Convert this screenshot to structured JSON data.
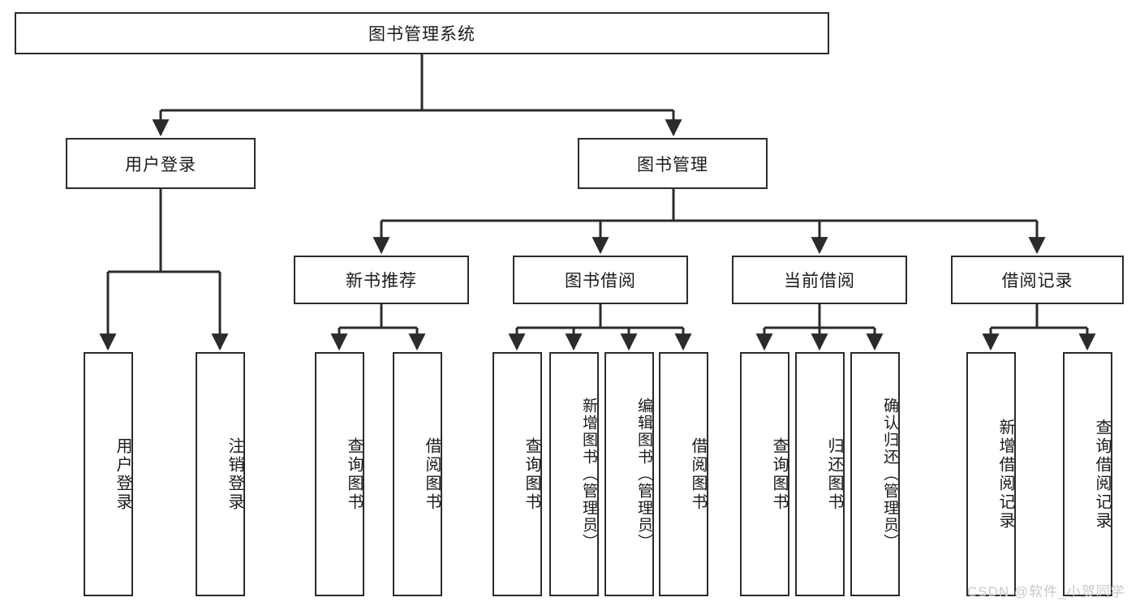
{
  "diagram": {
    "type": "tree",
    "title": "图书管理系统",
    "root": {
      "label": "图书管理系统"
    },
    "level2": [
      {
        "label": "用户登录"
      },
      {
        "label": "图书管理"
      }
    ],
    "level3": [
      {
        "label": "新书推荐"
      },
      {
        "label": "图书借阅"
      },
      {
        "label": "当前借阅"
      },
      {
        "label": "借阅记录"
      }
    ],
    "leaves": {
      "user_login": [
        {
          "label": "用户登录"
        },
        {
          "label": "注销登录"
        }
      ],
      "new_book_recommend": [
        {
          "label": "查询图书"
        },
        {
          "label": "借阅图书"
        }
      ],
      "book_borrow": [
        {
          "label": "查询图书"
        },
        {
          "label": "新增图书（管理员）"
        },
        {
          "label": "编辑图书（管理员）"
        },
        {
          "label": "借阅图书"
        }
      ],
      "current_borrow": [
        {
          "label": "查询图书"
        },
        {
          "label": "归还图书"
        },
        {
          "label": "确认归还（管理员）"
        }
      ],
      "borrow_record": [
        {
          "label": "新增借阅记录"
        },
        {
          "label": "查询借阅记录"
        }
      ]
    },
    "watermark": "CSDN @软件_小贺同学",
    "colors": {
      "stroke": "#2b2b2b",
      "fill": "#ffffff",
      "text": "#1b1b1b",
      "watermark": "#c9c9c9"
    }
  }
}
